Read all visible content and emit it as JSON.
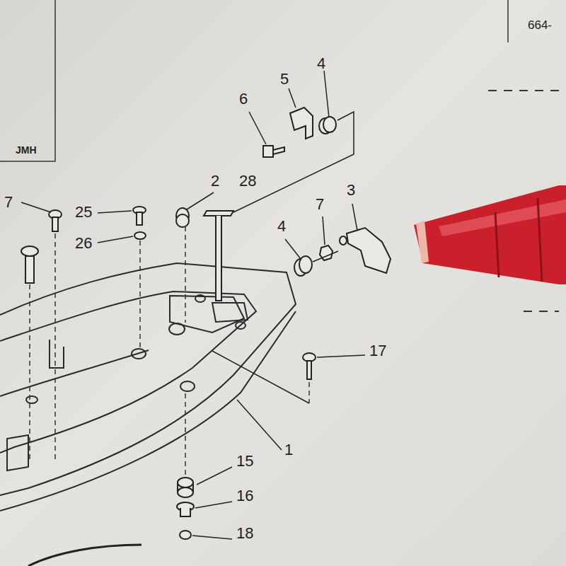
{
  "diagram": {
    "labels": [
      "664-",
      "JMH",
      "4",
      "5",
      "6",
      "2",
      "28",
      "7",
      "25",
      "26",
      "4",
      "7",
      "3",
      "17",
      "1",
      "15",
      "16",
      "18"
    ]
  }
}
